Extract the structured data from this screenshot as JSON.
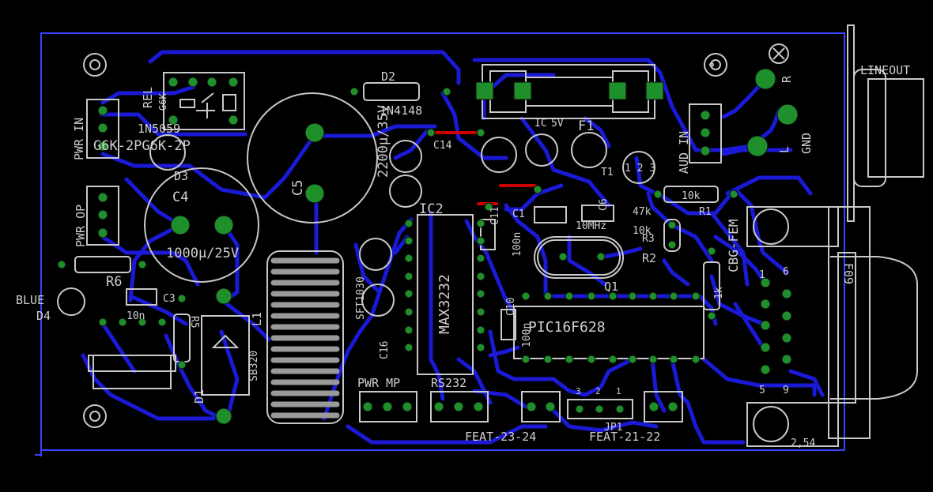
{
  "colors": {
    "background": "#000000",
    "trace": "#1a1ad6",
    "outline": "#3a44ff",
    "silkscreen": "#c8c8c8",
    "pad": "#1e8f2a",
    "via": "#1e8f2a",
    "jumper": "#c80000",
    "metal": "#9a9a9a"
  },
  "labels": {
    "lineout": "LINEOUT",
    "r": "R",
    "gnd": "GND",
    "l": "L",
    "aud_in": "AUD IN",
    "pwr_in": "PWR IN",
    "pwr_op": "PWR OP",
    "rel": "REL",
    "g6k": "G6K",
    "n5059": "1N5059",
    "g6k2p": "G6K-2PG6K-2P",
    "d3": "D3",
    "c4": "C4",
    "c4_value": "1000µ/25V",
    "c5": "C5",
    "c5_value": "2200µ/35V",
    "d2": "D2",
    "n4148": "1N4148",
    "c14": "C14",
    "ic": "IC",
    "v5": "5V",
    "f1": "F1",
    "t1": "T1",
    "ic2": "IC2",
    "max3232": "MAX3232",
    "c11": "C11",
    "c1": "C1",
    "c6": "C6",
    "mhz": "10MHz",
    "k47": "47k",
    "k10": "10k",
    "k10b": "10k",
    "r1": "R1",
    "r2": "R2",
    "r3": "R3",
    "r6": "R6",
    "blue": "BLUE",
    "d4": "D4",
    "c3": "C3",
    "c3_value": "10n",
    "r5": "R5",
    "d1": "D1",
    "sb320": "SB320",
    "l1": "L1",
    "sft1030": "SFT1030",
    "c16": "C16",
    "c10": "C10",
    "n100": "100n",
    "n100b": "100n",
    "q1": "Q1",
    "pic": "PIC16F628",
    "femc": "CBG-FEM",
    "f09": "F09",
    "k1": "1k",
    "pin1": "1",
    "pin6": "6",
    "pin5": "5",
    "pin9": "9",
    "pwr_mp": "PWR MP",
    "rs232": "RS232",
    "feat_23_24": "FEAT-23-24",
    "jp1": "JP1",
    "jp_pins": [
      "3",
      "2",
      "1"
    ],
    "feat_21_22": "FEAT-21-22",
    "pitch": "2,54",
    "t123": "1 2 3"
  }
}
